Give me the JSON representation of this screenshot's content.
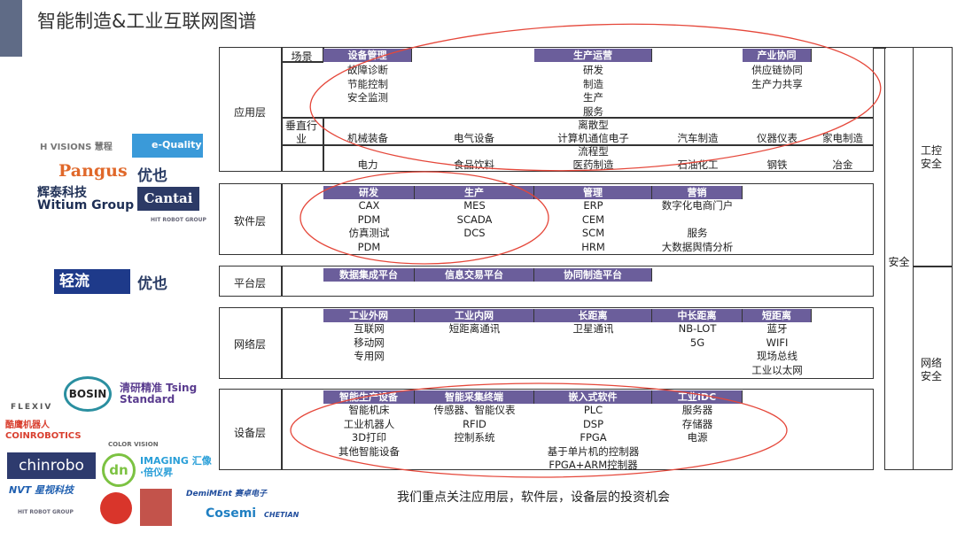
{
  "title": "智能制造&工业互联网图谱",
  "footer": "我们重点关注应用层，软件层，设备层的投资机会",
  "security": {
    "main": "安全",
    "industrial": "工控安全",
    "network": "网络安全"
  },
  "application": {
    "label": "应用层",
    "scene_label": "场景",
    "vertical_label": "垂直行业",
    "headers": [
      "设备管理",
      "生产运营",
      "产业协同"
    ],
    "device_mgmt": [
      "故障诊断",
      "节能控制",
      "安全监测"
    ],
    "production_ops": [
      "研发",
      "制造",
      "生产",
      "服务"
    ],
    "industry_collab": [
      "供应链协同",
      "生产力共享"
    ],
    "vertical_row1": [
      "机械装备",
      "电气设备",
      "离散型",
      "计算机通信电子",
      "汽车制造",
      "仪器仪表",
      "家电制造"
    ],
    "vertical_row2": [
      "电力",
      "食品饮料",
      "流程型",
      "医药制造",
      "石油化工",
      "钢铁",
      "冶金"
    ]
  },
  "software": {
    "label": "软件层",
    "headers": [
      "研发",
      "生产",
      "管理",
      "营销"
    ],
    "cols": [
      [
        "CAX",
        "PDM",
        "仿真测试",
        "PDM"
      ],
      [
        "MES",
        "SCADA",
        "DCS"
      ],
      [
        "ERP",
        "CEM",
        "SCM",
        "HRM"
      ],
      [
        "数字化电商门户",
        "",
        "服务",
        "大数据舆情分析"
      ]
    ]
  },
  "platform": {
    "label": "平台层",
    "headers": [
      "数据集成平台",
      "信息交易平台",
      "协同制造平台"
    ]
  },
  "network": {
    "label": "网络层",
    "headers": [
      "工业外网",
      "工业内网",
      "长距离",
      "中长距离",
      "短距离"
    ],
    "cols": [
      [
        "互联网",
        "移动网",
        "专用网"
      ],
      [
        "短距离通讯"
      ],
      [
        "卫星通讯"
      ],
      [
        "NB-LOT",
        "5G"
      ],
      [
        "蓝牙",
        "WIFI",
        "现场总线",
        "工业以太网"
      ]
    ]
  },
  "device": {
    "label": "设备层",
    "headers": [
      "智能生产设备",
      "智能采集终端",
      "嵌入式软件",
      "工业IDC"
    ],
    "cols": [
      [
        "智能机床",
        "工业机器人",
        "3D打印",
        "其他智能设备"
      ],
      [
        "传感器、智能仪表",
        "RFID",
        "控制系统"
      ],
      [
        "PLC",
        "DSP",
        "FPGA",
        "基于单片机的控制器",
        "FPGA+ARM控制器"
      ],
      [
        "服务器",
        "存储器",
        "电源"
      ]
    ]
  },
  "logos": {
    "hvisions": "H VISIONS 慧程",
    "equality": "e-Quality",
    "pangus": "Pangus",
    "youye": "优也",
    "witium": "辉泰科技 Witium Group",
    "cantai": "Cantai",
    "hit": "HIT ROBOT GROUP",
    "qingliu": "轻流",
    "youye2": "优也",
    "flexiv": "FLEXIV",
    "bosin": "BOSIN",
    "tsing": "清研精准 Tsing Standard",
    "coinrobotics": "酷鹰机器人 COINROBOTICS",
    "colorvision": "COLOR VISION",
    "chinrobo": "chinrobo",
    "dn": "dn",
    "imaging": "IMAGING 汇像·倍仪昇",
    "nvt": "NVT 星视科技",
    "hit2": "HIT ROBOT GROUP",
    "demiment": "DemiMEnt 赛卓电子",
    "cosemi": "Cosemi",
    "chetian": "CHETIAN"
  },
  "colors": {
    "header": "#6b5e9b",
    "ellipse": "#e5473a"
  }
}
